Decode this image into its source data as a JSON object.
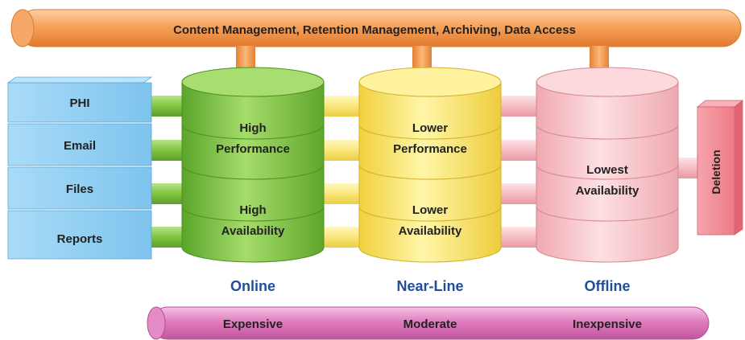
{
  "top_bar": {
    "label": "Content Management, Retention Management, Archiving, Data Access"
  },
  "sources": [
    {
      "label": "PHI"
    },
    {
      "label": "Email"
    },
    {
      "label": "Files"
    },
    {
      "label": "Reports"
    }
  ],
  "tiers": [
    {
      "name": "Online",
      "upper": [
        "High",
        "Performance"
      ],
      "lower": [
        "High",
        "Availability"
      ]
    },
    {
      "name": "Near-Line",
      "upper": [
        "Lower",
        "Performance"
      ],
      "lower": [
        "Lower",
        "Availability"
      ]
    },
    {
      "name": "Offline",
      "middle": [
        "Lowest",
        "Availability"
      ]
    }
  ],
  "deletion": {
    "label": "Deletion"
  },
  "cost_bar": {
    "labels": [
      "Expensive",
      "Moderate",
      "Inexpensive"
    ]
  },
  "colors": {
    "top_bar": "#f7a25a",
    "source_box": "#7ec4ee",
    "online": "#7fc440",
    "near_line": "#ffeb70",
    "offline": "#f8c3c9",
    "deletion": "#f07a86",
    "cost_bar": "#e07cbe",
    "tier_name": "#1f4e9c"
  }
}
